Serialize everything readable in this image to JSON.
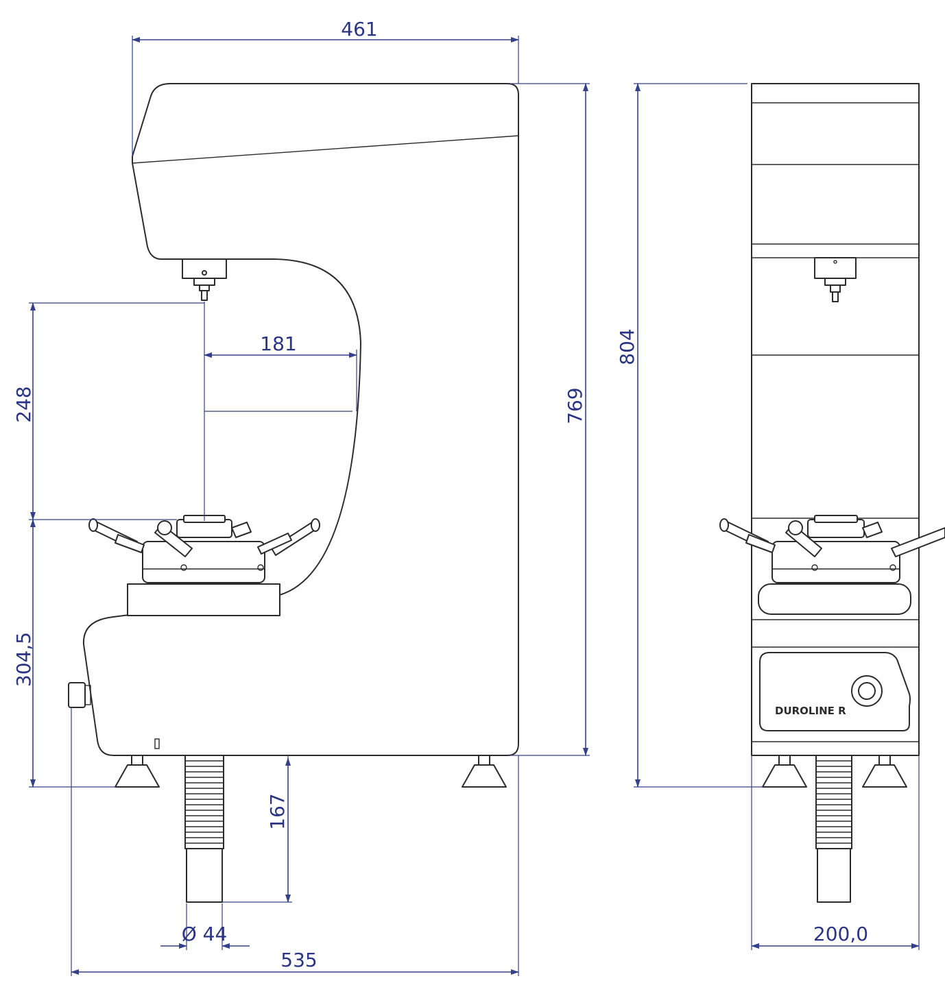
{
  "dimensions": {
    "overall_width_top": "461",
    "throat_depth": "181",
    "test_height": "248",
    "table_height": "304,5",
    "body_height": "769",
    "total_height": "804",
    "spindle_travel": "167",
    "spindle_diameter": "Ø 44",
    "base_length": "535",
    "front_width": "200,0"
  },
  "labels": {
    "brand": "DUROLINE R"
  },
  "colors": {
    "dimension": "#34408a",
    "outline": "#2b2b2b"
  }
}
